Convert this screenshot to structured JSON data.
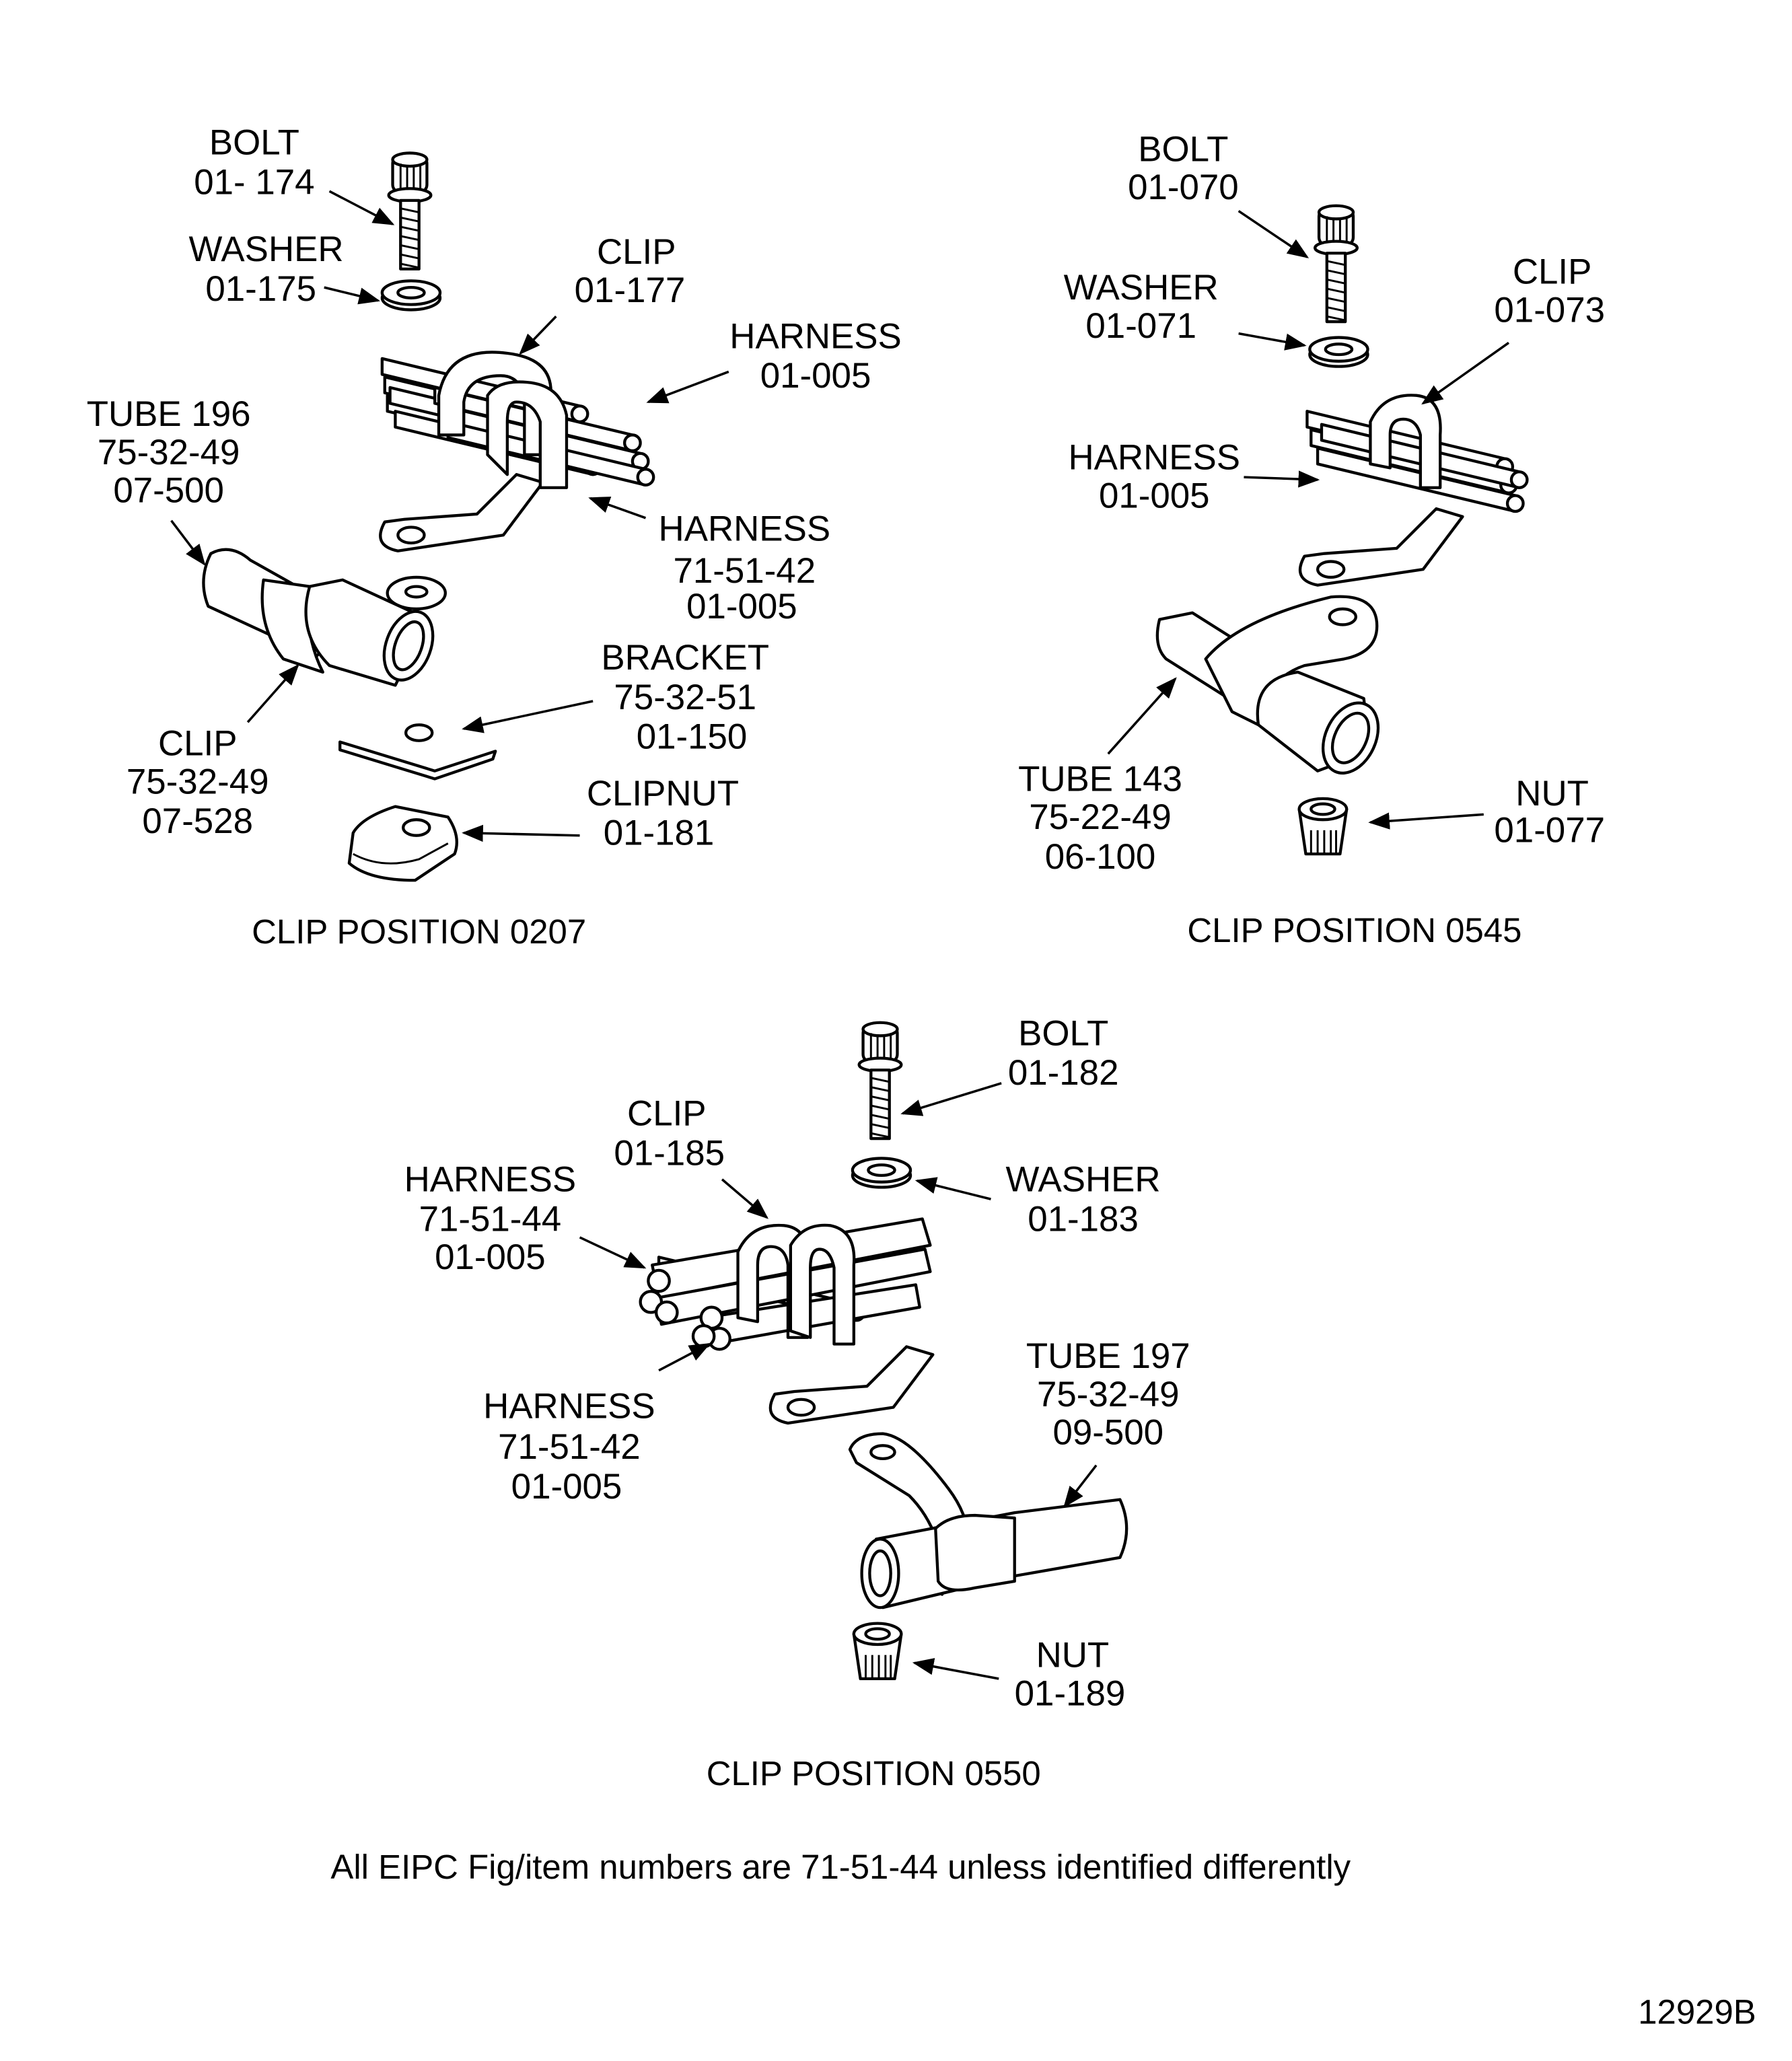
{
  "positions": {
    "p0207": {
      "caption": "CLIP POSITION 0207",
      "bolt": [
        "BOLT",
        "01- 174"
      ],
      "washer": [
        "WASHER",
        "01-175"
      ],
      "clip": [
        "CLIP",
        "01-177"
      ],
      "harness_a": [
        "HARNESS",
        "01-005"
      ],
      "tube": [
        "TUBE 196",
        "75-32-49",
        "07-500"
      ],
      "harness_b": [
        "HARNESS",
        "71-51-42",
        "01-005"
      ],
      "bracket": [
        "BRACKET",
        "75-32-51",
        "01-150"
      ],
      "tube_clip": [
        "CLIP",
        "75-32-49",
        "07-528"
      ],
      "clipnut": [
        "CLIPNUT",
        "01-181"
      ]
    },
    "p0545": {
      "caption": "CLIP  POSITION 0545",
      "bolt": [
        "BOLT",
        "01-070"
      ],
      "washer": [
        "WASHER",
        "01-071"
      ],
      "clip": [
        "CLIP",
        "01-073"
      ],
      "harness": [
        "HARNESS",
        "01-005"
      ],
      "tube": [
        "TUBE 143",
        "75-22-49",
        "06-100"
      ],
      "nut": [
        "NUT",
        "01-077"
      ]
    },
    "p0550": {
      "caption": "CLIP  POSITION 0550",
      "bolt": [
        "BOLT",
        "01-182"
      ],
      "clip": [
        "CLIP",
        "01-185"
      ],
      "harness_a": [
        "HARNESS",
        "71-51-44",
        "01-005"
      ],
      "washer": [
        "WASHER",
        "01-183"
      ],
      "tube": [
        "TUBE 197",
        "75-32-49",
        "09-500"
      ],
      "harness_b": [
        "HARNESS",
        "71-51-42",
        "01-005"
      ],
      "nut": [
        "NUT",
        "01-189"
      ]
    }
  },
  "footnote": "All EIPC Fig/item numbers are 71-51-44 unless identified differently",
  "figure_id": "12929B"
}
